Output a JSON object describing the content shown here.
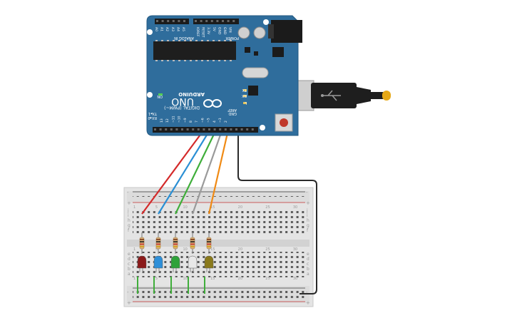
{
  "board": {
    "brand": "ARDUINO",
    "model": "UNO",
    "digital_label": "DIGITAL (PWM~)",
    "power_label": "POWER",
    "analog_label": "ANALOG IN",
    "aref": "AREF",
    "gnd": "GND",
    "on": "ON",
    "tx": "TX",
    "rx": "RX",
    "l": "L",
    "txd": "TX▸1",
    "rxd": "RX◂0",
    "ioref": "IOREF",
    "reset": "RESET",
    "v33": "3.3V",
    "v5": "5V",
    "vin": "VIN",
    "digital_pins": [
      "13",
      "12",
      "~11",
      "~10",
      "~9",
      "8",
      "7",
      "~6",
      "~5",
      "4",
      "~3",
      "2"
    ],
    "analog_pins": [
      "A0",
      "A1",
      "A2",
      "A3",
      "A4",
      "A5"
    ]
  },
  "breadboard": {
    "top_rows": [
      "j",
      "i",
      "h",
      "g",
      "f"
    ],
    "bottom_rows": [
      "e",
      "d",
      "c",
      "b",
      "a"
    ],
    "columns": [
      "1",
      "",
      "",
      "",
      "5",
      "",
      "",
      "",
      "",
      "10",
      "",
      "",
      "",
      "",
      "15",
      "",
      "",
      "",
      "",
      "20",
      "",
      "",
      "",
      "",
      "25",
      "",
      "",
      "",
      "",
      "30"
    ],
    "rail_minus": "-",
    "rail_plus": "+"
  },
  "leds": [
    {
      "name": "red",
      "color": "#8b1a1a"
    },
    {
      "name": "blue",
      "color": "#2e8fd8"
    },
    {
      "name": "green",
      "color": "#2fa23a"
    },
    {
      "name": "white",
      "color": "#e8e8e8"
    },
    {
      "name": "yellow",
      "color": "#8a7a1c"
    }
  ],
  "wires": [
    {
      "name": "red",
      "color": "#d42a2a"
    },
    {
      "name": "blue",
      "color": "#2a8fd4"
    },
    {
      "name": "green",
      "color": "#3fae3a"
    },
    {
      "name": "gray",
      "color": "#9a9a9a"
    },
    {
      "name": "orange",
      "color": "#f08a14"
    },
    {
      "name": "black",
      "color": "#2a2a2a"
    }
  ]
}
